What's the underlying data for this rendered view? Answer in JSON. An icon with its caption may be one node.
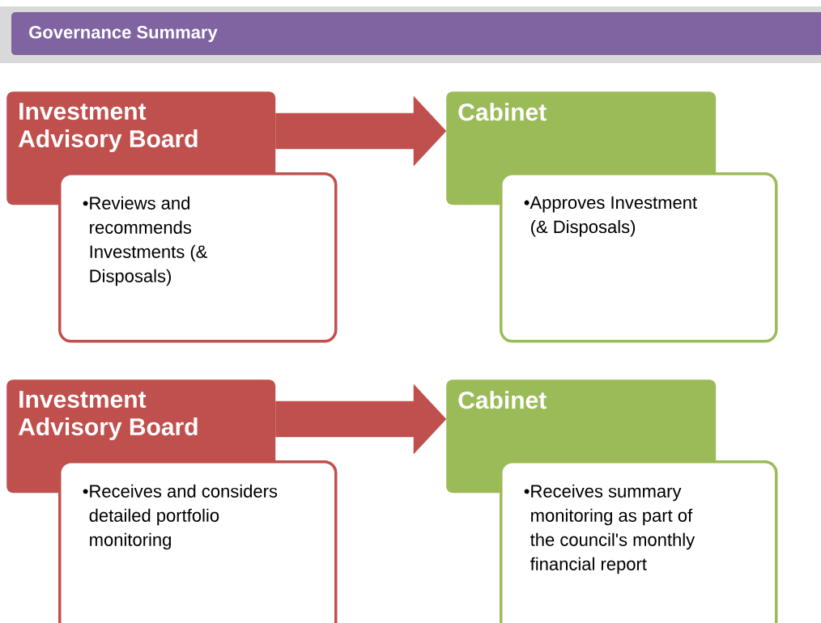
{
  "diagram": {
    "title": "Governance Summary",
    "nodes": [
      {
        "text": [
          "Investment Advisory Board"
        ]
      },
      {
        "text": [
          "•Reviews and recommends Investments (& Disposals)"
        ]
      },
      {
        "text": [
          "Cabinet"
        ]
      },
      {
        "text": [
          "•Approves Investment (& Disposals)"
        ]
      },
      {
        "text": [
          "Investment Advisory Board"
        ]
      },
      {
        "text": [
          "•Receives and considers detailed portfolio monitoring"
        ]
      },
      {
        "text": [
          "Cabinet"
        ]
      },
      {
        "text": [
          "•Receives summary monitoring as part of the council's monthly financial report"
        ]
      }
    ],
    "edges": [
      {
        "from": 0,
        "to": 2,
        "arrow": "to"
      },
      {
        "from": 4,
        "to": 6,
        "arrow": "to"
      }
    ]
  }
}
